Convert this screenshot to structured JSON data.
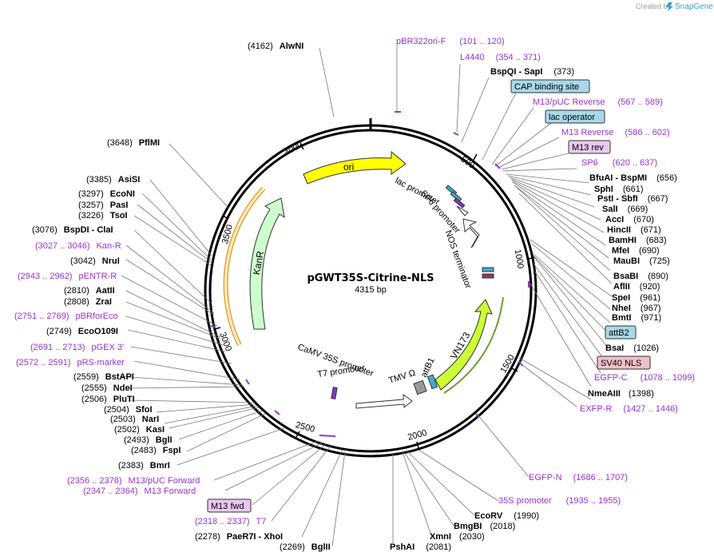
{
  "watermark": {
    "prefix": "Created by",
    "brand": "SnapGene"
  },
  "plasmid": {
    "name": "pGWT35S-Citrine-NLS",
    "length": "4315 bp"
  },
  "ticks": [
    "500",
    "1000",
    "1500",
    "2000",
    "2500",
    "3000",
    "3500",
    "4000"
  ],
  "features": [
    {
      "label": "ori",
      "color": "#ffff00"
    },
    {
      "label": "KanR",
      "color": "#ccffcc"
    },
    {
      "label": "VN173",
      "color": "#ccff33"
    },
    {
      "label": "lac promoter"
    },
    {
      "label": "SP6 promoter"
    },
    {
      "label": "NOS terminator"
    },
    {
      "label": "CaMV 35S promoter"
    },
    {
      "label": "T7 promoter"
    },
    {
      "label": "TMV Ω"
    },
    {
      "label": "attB1"
    }
  ],
  "right_labels": [
    {
      "kind": "purple",
      "name": "pBR322ori-F",
      "range": "(101 .. 120)"
    },
    {
      "kind": "purple",
      "name": "L4440",
      "range": "(354 .. 371)"
    },
    {
      "kind": "site",
      "name": "BspQI  -  SapI",
      "pos": "(373)"
    },
    {
      "kind": "box",
      "name": "CAP binding site",
      "color": "#a8d8e8"
    },
    {
      "kind": "purple",
      "name": "M13/pUC Reverse",
      "range": "(567 .. 589)"
    },
    {
      "kind": "box",
      "name": "lac operator",
      "color": "#a8d8e8"
    },
    {
      "kind": "purple",
      "name": "M13 Reverse",
      "range": "(586 .. 602)"
    },
    {
      "kind": "box",
      "name": "M13 rev",
      "color": "#e8c8f0"
    },
    {
      "kind": "purple",
      "name": "SP6",
      "range": "(620 .. 637)"
    },
    {
      "kind": "site",
      "name": "BfuAI  -  BspMI",
      "pos": "(656)"
    },
    {
      "kind": "site",
      "name": "SphI",
      "pos": "(661)"
    },
    {
      "kind": "site",
      "name": "PstI  -  SbfI",
      "pos": "(667)"
    },
    {
      "kind": "site",
      "name": "SalI",
      "pos": "(669)"
    },
    {
      "kind": "site",
      "name": "AccI",
      "pos": "(670)"
    },
    {
      "kind": "site",
      "name": "HincII",
      "pos": "(671)"
    },
    {
      "kind": "site",
      "name": "BamHI",
      "pos": "(683)"
    },
    {
      "kind": "site",
      "name": "MfeI",
      "pos": "(690)"
    },
    {
      "kind": "site",
      "name": "MauBI",
      "pos": "(725)"
    },
    {
      "kind": "site",
      "name": "BsaBI",
      "pos": "(890)"
    },
    {
      "kind": "site",
      "name": "AflII",
      "pos": "(920)"
    },
    {
      "kind": "site",
      "name": "SpeI",
      "pos": "(961)"
    },
    {
      "kind": "site",
      "name": "NheI",
      "pos": "(967)"
    },
    {
      "kind": "site",
      "name": "BmtI",
      "pos": "(971)"
    },
    {
      "kind": "box",
      "name": "attB2",
      "color": "#a8d8e8"
    },
    {
      "kind": "site",
      "name": "BsaI",
      "pos": "(1026)"
    },
    {
      "kind": "box",
      "name": "SV40 NLS",
      "color": "#f0c0c8"
    },
    {
      "kind": "purple",
      "name": "EGFP-C",
      "range": "(1078 .. 1099)"
    },
    {
      "kind": "site",
      "name": "NmeAIII",
      "pos": "(1398)"
    },
    {
      "kind": "purple",
      "name": "EXFP-R",
      "range": "(1427 .. 1446)"
    },
    {
      "kind": "purple",
      "name": "EGFP-N",
      "range": "(1686 .. 1707)"
    },
    {
      "kind": "purple",
      "name": "35S promoter",
      "range": "(1935 .. 1955)"
    },
    {
      "kind": "site",
      "name": "EcoRV",
      "pos": "(1990)"
    },
    {
      "kind": "site",
      "name": "BmgBI",
      "pos": "(2018)"
    },
    {
      "kind": "site",
      "name": "XmnI",
      "pos": "(2030)"
    },
    {
      "kind": "site",
      "name": "PshAI",
      "pos": "(2081)"
    }
  ],
  "left_labels": [
    {
      "kind": "site",
      "name": "AlwNI",
      "pos": "(4162)"
    },
    {
      "kind": "site",
      "name": "PflMI",
      "pos": "(3648)"
    },
    {
      "kind": "site",
      "name": "AsiSI",
      "pos": "(3385)"
    },
    {
      "kind": "site",
      "name": "EcoNI",
      "pos": "(3297)"
    },
    {
      "kind": "site",
      "name": "PasI",
      "pos": "(3257)"
    },
    {
      "kind": "site",
      "name": "TsoI",
      "pos": "(3226)"
    },
    {
      "kind": "site",
      "name": "BspDI  -  ClaI",
      "pos": "(3076)"
    },
    {
      "kind": "purple",
      "name": "Kan-R",
      "range": "(3027 .. 3046)"
    },
    {
      "kind": "site",
      "name": "NruI",
      "pos": "(3042)"
    },
    {
      "kind": "purple",
      "name": "pENTR-R",
      "range": "(2943 .. 2962)"
    },
    {
      "kind": "site",
      "name": "AatII",
      "pos": "(2810)"
    },
    {
      "kind": "site",
      "name": "ZraI",
      "pos": "(2808)"
    },
    {
      "kind": "purple",
      "name": "pBRforEco",
      "range": "(2751 .. 2769)"
    },
    {
      "kind": "site",
      "name": "EcoO109I",
      "pos": "(2749)"
    },
    {
      "kind": "purple",
      "name": "pGEX 3'",
      "range": "(2691 .. 2713)"
    },
    {
      "kind": "purple",
      "name": "pRS-marker",
      "range": "(2572 .. 2591)"
    },
    {
      "kind": "site",
      "name": "BstAPI",
      "pos": "(2559)"
    },
    {
      "kind": "site",
      "name": "NdeI",
      "pos": "(2555)"
    },
    {
      "kind": "site",
      "name": "PluTI",
      "pos": "(2506)"
    },
    {
      "kind": "site",
      "name": "SfoI",
      "pos": "(2504)"
    },
    {
      "kind": "site",
      "name": "NarI",
      "pos": "(2503)"
    },
    {
      "kind": "site",
      "name": "KasI",
      "pos": "(2502)"
    },
    {
      "kind": "site",
      "name": "BglI",
      "pos": "(2493)"
    },
    {
      "kind": "site",
      "name": "FspI",
      "pos": "(2483)"
    },
    {
      "kind": "site",
      "name": "BmrI",
      "pos": "(2383)"
    },
    {
      "kind": "purple",
      "name": "M13/pUC Forward",
      "range": "(2356 .. 2378)"
    },
    {
      "kind": "purple",
      "name": "M13 Forward",
      "range": "(2347 .. 2364)"
    },
    {
      "kind": "box",
      "name": "M13 fwd",
      "color": "#e8c8f0"
    },
    {
      "kind": "purple",
      "name": "T7",
      "range": "(2318 .. 2337)"
    },
    {
      "kind": "site",
      "name": "PaeR7I  -  XhoI",
      "pos": "(2278)"
    },
    {
      "kind": "site",
      "name": "BglII",
      "pos": "(2269)"
    }
  ]
}
